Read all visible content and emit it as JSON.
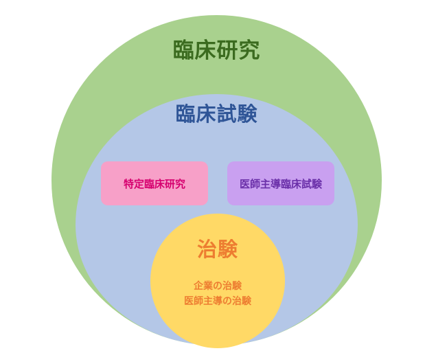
{
  "diagram": {
    "outer": {
      "title": "臨床研究",
      "fill": "#a9d18e",
      "text_color": "#3b6b1f"
    },
    "middle": {
      "title": "臨床試験",
      "fill": "#b4c7e7",
      "text_color": "#2f5597"
    },
    "boxes": [
      {
        "label": "特定臨床研究",
        "fill": "#f7a0c8",
        "text_color": "#d6006f"
      },
      {
        "label": "医師主導臨床試験",
        "fill": "#c9a0f0",
        "text_color": "#6a2fa8"
      }
    ],
    "inner": {
      "title": "治験",
      "fill": "#ffd966",
      "text_color": "#ed7d31",
      "lines": [
        "企業の治験",
        "医師主導の治験"
      ]
    }
  }
}
